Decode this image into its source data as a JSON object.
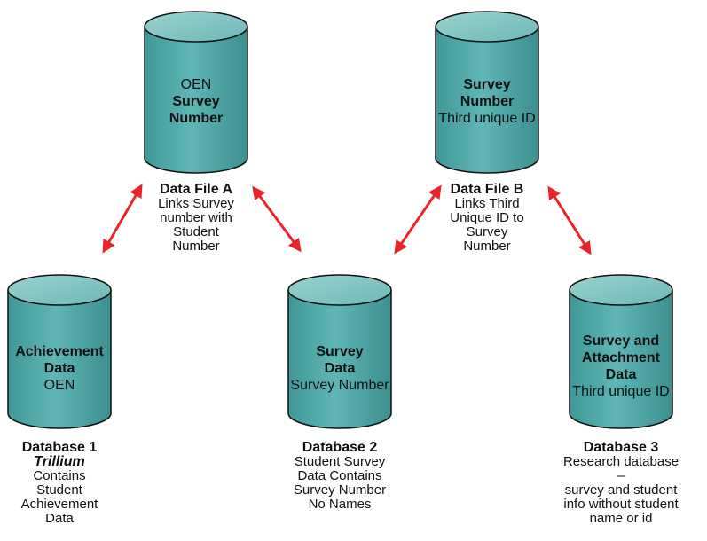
{
  "data_file_a": {
    "cylinder": {
      "line1": "OEN",
      "line2": "Survey",
      "line3": "Number"
    },
    "caption": {
      "title": "Data File A",
      "lines": [
        "Links Survey",
        "number with",
        "Student",
        "Number"
      ]
    }
  },
  "data_file_b": {
    "cylinder": {
      "line1": "Survey",
      "line2": "Number",
      "line3": "Third unique ID"
    },
    "caption": {
      "title": "Data File B",
      "lines": [
        "Links Third",
        "Unique ID to",
        "Survey",
        "Number"
      ]
    }
  },
  "database_1": {
    "cylinder": {
      "line1": "Achievement",
      "line2": "Data",
      "line3": "OEN"
    },
    "caption": {
      "title": "Database 1",
      "subtitle": "Trillium",
      "lines": [
        "Contains",
        "Student",
        "Achievement",
        "Data"
      ]
    }
  },
  "database_2": {
    "cylinder": {
      "line1": "Survey",
      "line2": "Data",
      "line3": "Survey Number"
    },
    "caption": {
      "title": "Database 2",
      "lines": [
        "Student Survey",
        "Data Contains",
        "Survey Number",
        "No Names"
      ]
    }
  },
  "database_3": {
    "cylinder": {
      "line1": "Survey and",
      "line2": "Attachment",
      "line3": "Data",
      "line4": "Third unique ID"
    },
    "caption": {
      "title": "Database 3",
      "lines": [
        "Research database –",
        "survey and student",
        "info without student",
        "name or id"
      ]
    }
  },
  "colors": {
    "cylinder_body": "#4fa7a6",
    "cylinder_top": "#84c3c1",
    "cylinder_edge": "#111111",
    "arrow": "#e8262a"
  }
}
